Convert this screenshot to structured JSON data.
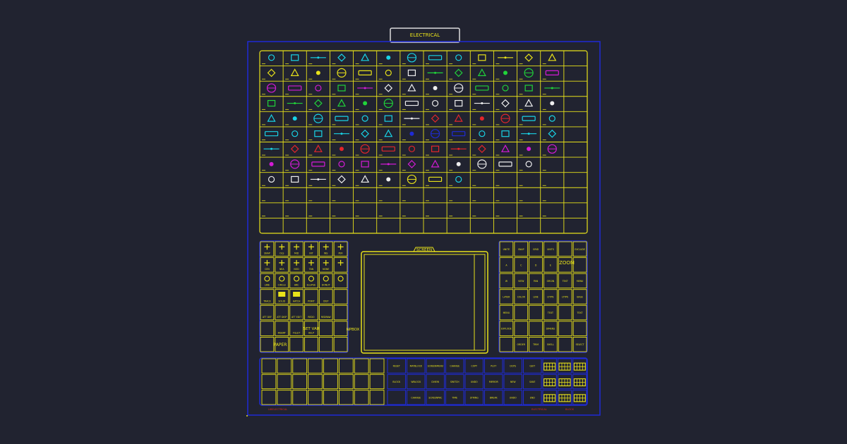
{
  "tab_label": "ELECTRICAL",
  "screen_label": "SCREEN",
  "colors": {
    "background": "#212330",
    "frame_blue": "#1f2bd6",
    "grid_yellow": "#e8e21a",
    "symbol_cyan": "#19d3e6",
    "symbol_green": "#21d33a",
    "symbol_magenta": "#d41bd6",
    "symbol_red": "#e3262b",
    "symbol_white": "#eeeeee",
    "footer_red": "#d9271f"
  },
  "symbols": [
    "CCCCCCCCCYYYY",
    "YYYYYYWGGGGGM",
    "MMMGMWWWWGGGG",
    "GGGGGGWWWWWWW",
    "CCCCCCWRRRRCC",
    "CCCCCCBBBCCCC",
    "CRRRRRRRRRMMM",
    "MMMMMMMMWWWW.",
    "WWWWWWYYC....",
    ".............",
    "............."
  ],
  "left_pad_labels": [
    [
      "SNAP",
      "OLS",
      "MID",
      "INT",
      "INS",
      "PER"
    ],
    [
      "CEN",
      "NEA",
      "NOD",
      "TAN",
      "NONE",
      ""
    ],
    [
      "LINE",
      "CIRCLE",
      "ARC",
      "ELLIPSE",
      "DONUT",
      ""
    ],
    [
      "TRACE",
      "SOLID",
      "HATCH",
      "POINT",
      "DIST",
      ""
    ],
    [
      "ATT DEF",
      "ATT DISP",
      "ATT EDIT",
      "REDO",
      "REDRAW",
      ""
    ],
    [
      "",
      "INSERT",
      "FILLET",
      "HELP",
      "",
      ""
    ]
  ],
  "left_pad_big": [
    "SET VAR",
    "NPBOX",
    "PAPER"
  ],
  "right_pad_labels": [
    [
      "UNITE",
      "SNAP",
      "GRID",
      "UNITS",
      "",
      "EXCLUDE"
    ],
    [
      "A",
      "C",
      "D",
      "E",
      "",
      ""
    ],
    [
      "W",
      "VIEW",
      "PAN",
      "ORGIN",
      "TEXT",
      "MENU"
    ],
    [
      "LAYER",
      "COLOR",
      "LINE",
      "LTYPE",
      "LTYPE",
      "BASE"
    ],
    [
      "MENU",
      "",
      "",
      "TEXT",
      "",
      "TEXT"
    ],
    [
      "EXPLODE",
      "",
      "",
      "DIMENS",
      "",
      ""
    ],
    [
      "",
      "ORDER",
      "TRIM",
      "SHELL",
      "",
      "SELECT"
    ]
  ],
  "zoom_label": "ZOOM",
  "bottom_labels": [
    [
      "RESET",
      "MATBLOCK",
      "SCREENMENU",
      "CHANGE",
      "COPY",
      "PLOT",
      "DCPS",
      "QUIT"
    ],
    [
      "BLOCK",
      "WBLOCK",
      "DVIEW",
      "SWITCH",
      "UNDO",
      "MIRROR",
      "NEW",
      "SAVE"
    ],
    [
      "",
      "CHANGE",
      "SCREENPAC",
      "TIME",
      "STRING",
      "BREAK",
      "UNDO",
      "END"
    ]
  ],
  "footer_left": "LIBELECTRICAL",
  "footer_right": [
    "ELECTRICAL",
    "BLOCK"
  ]
}
